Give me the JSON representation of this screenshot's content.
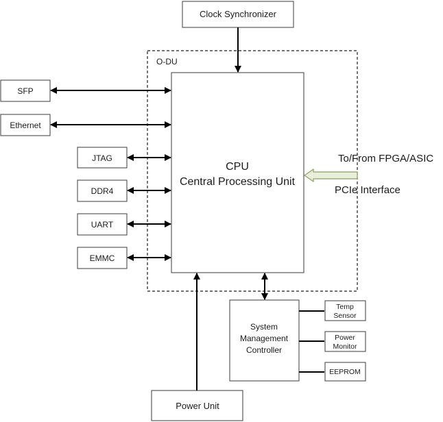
{
  "diagram": {
    "odu_label": "O-DU",
    "clock_synchronizer": "Clock Synchronizer",
    "cpu": {
      "line1": "CPU",
      "line2": "Central Processing Unit"
    },
    "external": {
      "sfp": "SFP",
      "ethernet": "Ethernet"
    },
    "interfaces": {
      "jtag": "JTAG",
      "ddr4": "DDR4",
      "uart": "UART",
      "emmc": "EMMC"
    },
    "fpga_label": "To/From FPGA/ASIC",
    "pcie_label": "PCIe Interface",
    "smc": {
      "line1": "System",
      "line2": "Management",
      "line3": "Controller"
    },
    "temp_sensor": {
      "line1": "Temp",
      "line2": "Sensor"
    },
    "power_monitor": {
      "line1": "Power",
      "line2": "Monitor"
    },
    "eeprom": "EEPROM",
    "power_unit": "Power Unit",
    "colors": {
      "pcie_arrow_fill": "#e8efd9",
      "pcie_arrow_stroke": "#8c9d6a",
      "line": "#000000",
      "box_border": "#3a3a3a"
    }
  }
}
